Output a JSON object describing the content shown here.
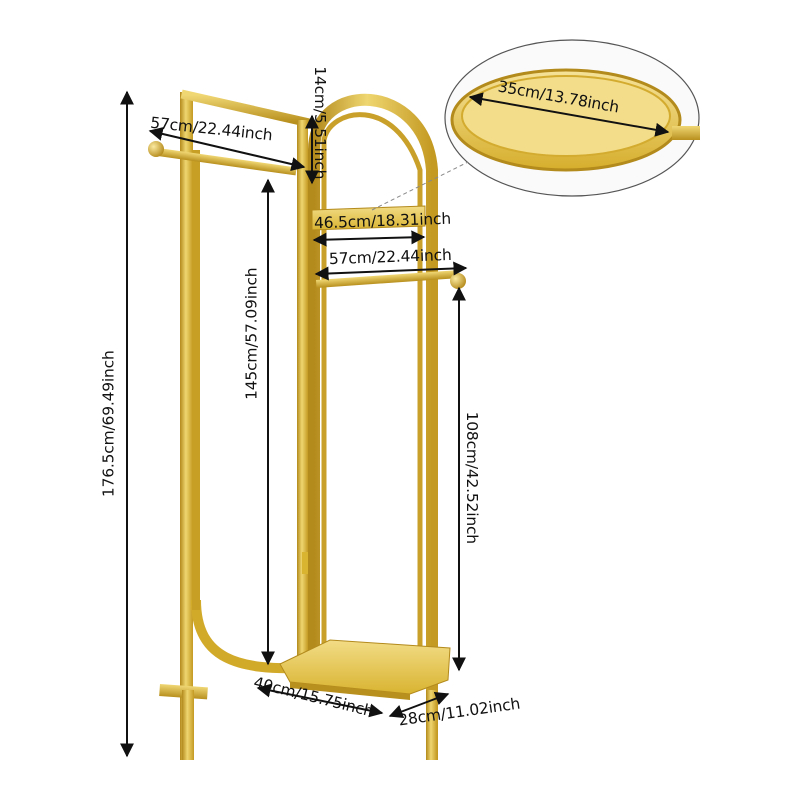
{
  "product": "gold clothing rack with tray",
  "colors": {
    "gold": "#d9b431",
    "gold_light": "#ecd16a",
    "gold_dark": "#a8821a",
    "line": "#111111",
    "background": "#ffffff"
  },
  "dimensions": {
    "total_height": "176.5cm/69.49inch",
    "top_bar_width": "57cm/22.44inch",
    "arch_gap": "14cm/5.51inch",
    "tray_width": "46.5cm/18.31inch",
    "lower_bar_width": "57cm/22.44inch",
    "left_bar_height": "145cm/57.09inch",
    "right_bar_height": "108cm/42.52inch",
    "base_length": "40cm/15.75inch",
    "base_width": "28cm/11.02inch",
    "tray_diameter": "35cm/13.78inch"
  }
}
